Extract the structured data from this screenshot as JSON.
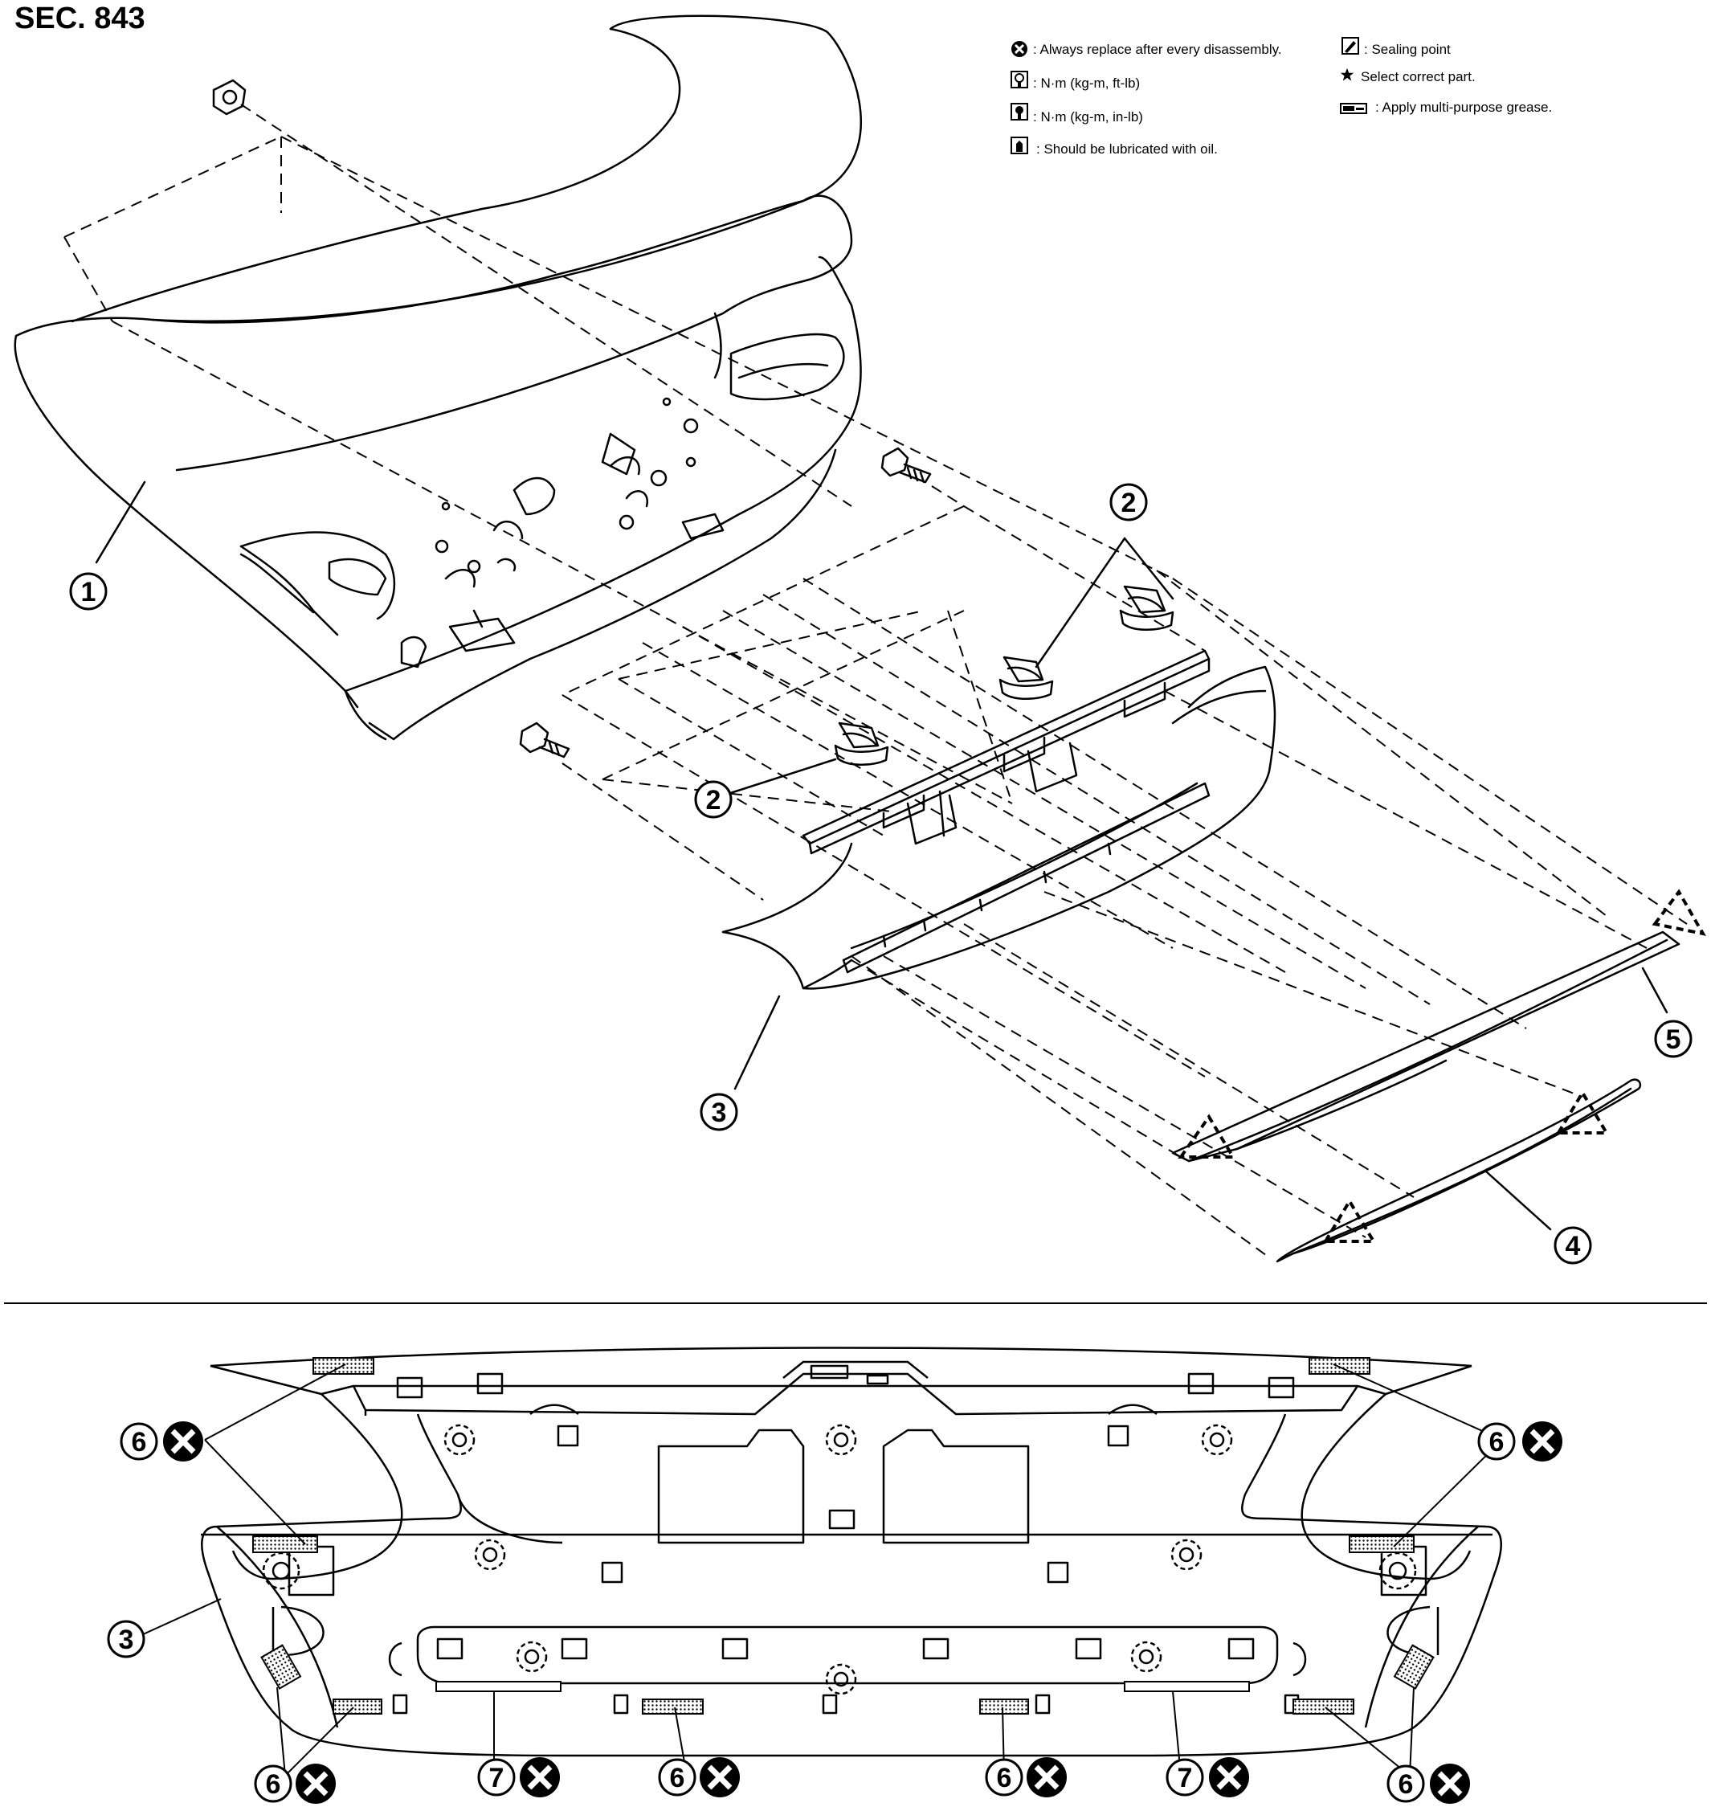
{
  "section": "SEC. 843",
  "legend": {
    "replace": ": Always replace after every disassembly.",
    "torque_ft": ": N·m (kg-m, ft-lb)",
    "torque_in": ": N·m (kg-m, in-lb)",
    "oil": ": Should be lubricated with oil.",
    "sealing": ": Sealing point",
    "select": "Select correct part.",
    "grease": ": Apply multi-purpose grease."
  },
  "callouts": {
    "c1": "1",
    "c2": "2",
    "c3": "3",
    "c4": "4",
    "c5": "5",
    "c6": "6",
    "c7": "7"
  },
  "icons": {
    "replace": "replace-x-icon",
    "torque_ft": "torque-wrench-icon",
    "torque_in": "torque-wrench-filled-icon",
    "oil": "oil-can-icon",
    "sealing": "sealing-point-icon",
    "select": "star-icon",
    "grease": "grease-gun-icon"
  }
}
